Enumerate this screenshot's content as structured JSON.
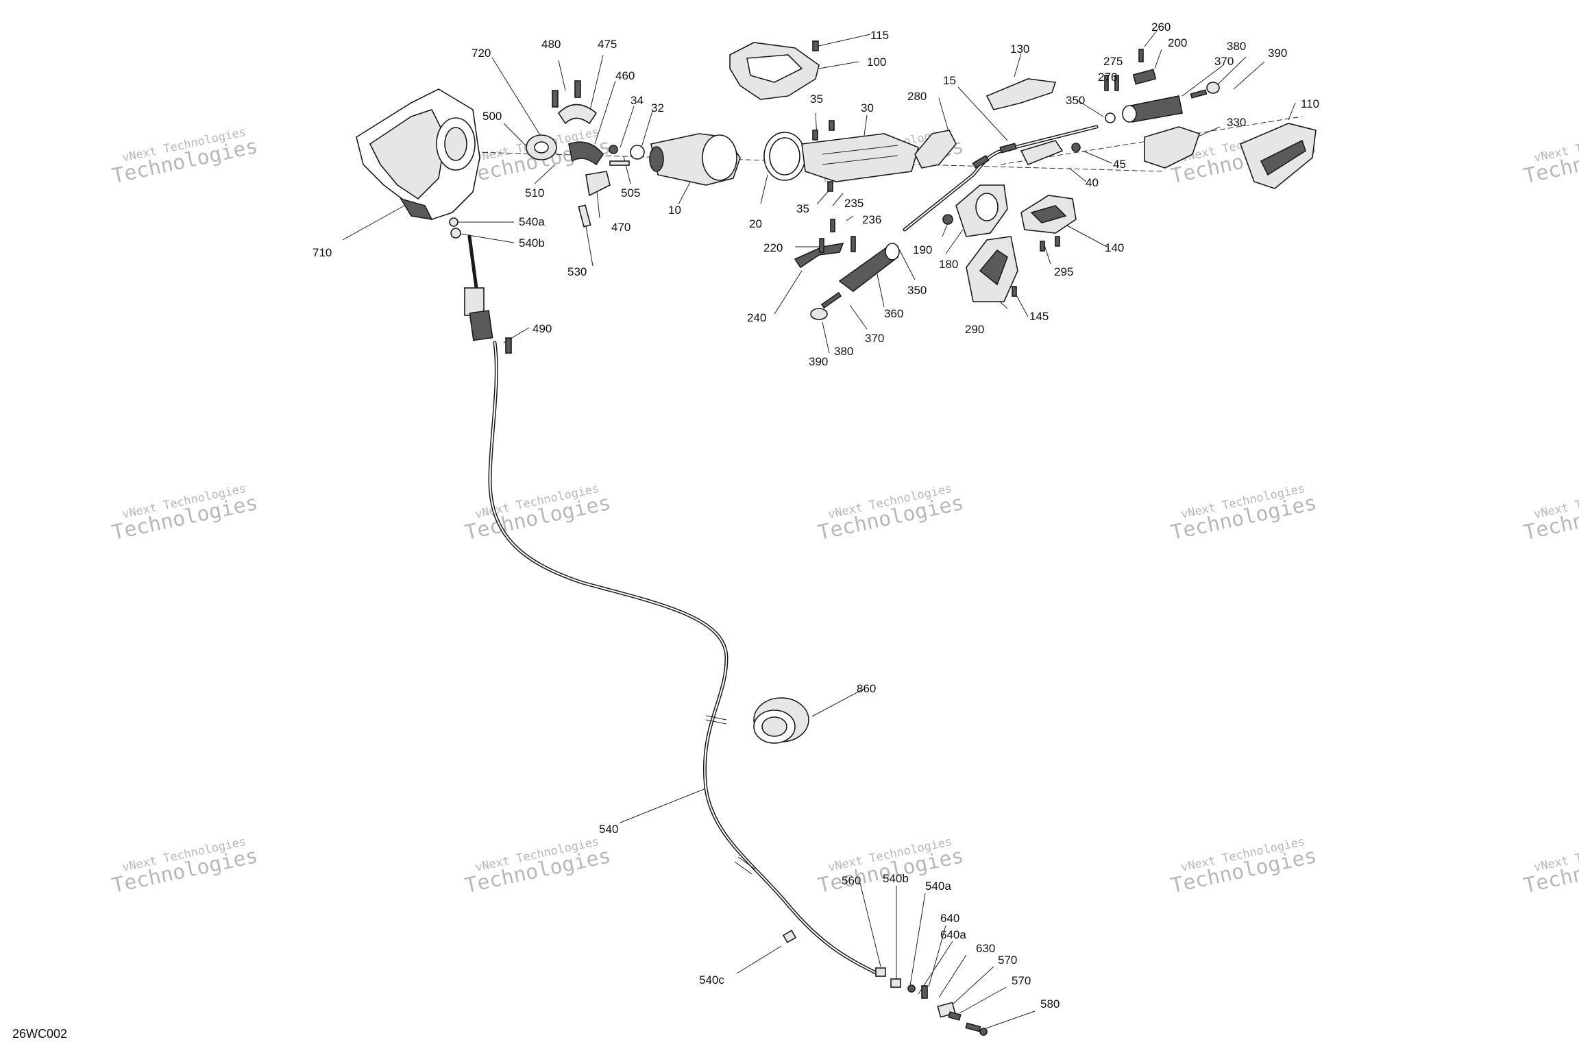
{
  "diagram_code": "26WC002",
  "watermark": {
    "line1": "vNext Technologies",
    "line2": "Technologies"
  },
  "callouts": [
    {
      "id": "c480",
      "text": "480"
    },
    {
      "id": "c475",
      "text": "475"
    },
    {
      "id": "c720",
      "text": "720"
    },
    {
      "id": "c460",
      "text": "460"
    },
    {
      "id": "c34",
      "text": "34"
    },
    {
      "id": "c32",
      "text": "32"
    },
    {
      "id": "c500",
      "text": "500"
    },
    {
      "id": "c510",
      "text": "510"
    },
    {
      "id": "c505",
      "text": "505"
    },
    {
      "id": "c470",
      "text": "470"
    },
    {
      "id": "c530",
      "text": "530"
    },
    {
      "id": "c710",
      "text": "710"
    },
    {
      "id": "c540a_top",
      "text": "540a"
    },
    {
      "id": "c540b_top",
      "text": "540b"
    },
    {
      "id": "c490",
      "text": "490"
    },
    {
      "id": "c115",
      "text": "115"
    },
    {
      "id": "c100",
      "text": "100"
    },
    {
      "id": "c35a",
      "text": "35"
    },
    {
      "id": "c30",
      "text": "30"
    },
    {
      "id": "c10",
      "text": "10"
    },
    {
      "id": "c20",
      "text": "20"
    },
    {
      "id": "c35b",
      "text": "35"
    },
    {
      "id": "c235",
      "text": "235"
    },
    {
      "id": "c236",
      "text": "236"
    },
    {
      "id": "c220",
      "text": "220"
    },
    {
      "id": "c240",
      "text": "240"
    },
    {
      "id": "c360",
      "text": "360"
    },
    {
      "id": "c370a",
      "text": "370"
    },
    {
      "id": "c380a",
      "text": "380"
    },
    {
      "id": "c390a",
      "text": "390"
    },
    {
      "id": "c350a",
      "text": "350"
    },
    {
      "id": "c280",
      "text": "280"
    },
    {
      "id": "c15",
      "text": "15"
    },
    {
      "id": "c130",
      "text": "130"
    },
    {
      "id": "c190",
      "text": "190"
    },
    {
      "id": "c180",
      "text": "180"
    },
    {
      "id": "c290",
      "text": "290"
    },
    {
      "id": "c145",
      "text": "145"
    },
    {
      "id": "c295",
      "text": "295"
    },
    {
      "id": "c140",
      "text": "140"
    },
    {
      "id": "c40",
      "text": "40"
    },
    {
      "id": "c45",
      "text": "45"
    },
    {
      "id": "c350b",
      "text": "350"
    },
    {
      "id": "c275",
      "text": "275"
    },
    {
      "id": "c276",
      "text": "276"
    },
    {
      "id": "c260",
      "text": "260"
    },
    {
      "id": "c200",
      "text": "200"
    },
    {
      "id": "c370b",
      "text": "370"
    },
    {
      "id": "c380b",
      "text": "380"
    },
    {
      "id": "c390b",
      "text": "390"
    },
    {
      "id": "c330",
      "text": "330"
    },
    {
      "id": "c110",
      "text": "110"
    },
    {
      "id": "c860",
      "text": "860"
    },
    {
      "id": "c540",
      "text": "540"
    },
    {
      "id": "c560",
      "text": "560"
    },
    {
      "id": "c540b_bot",
      "text": "540b"
    },
    {
      "id": "c540a_bot",
      "text": "540a"
    },
    {
      "id": "c640",
      "text": "640"
    },
    {
      "id": "c640a",
      "text": "640a"
    },
    {
      "id": "c630",
      "text": "630"
    },
    {
      "id": "c570a",
      "text": "570"
    },
    {
      "id": "c570b",
      "text": "570"
    },
    {
      "id": "c580",
      "text": "580"
    },
    {
      "id": "c540c",
      "text": "540c"
    }
  ]
}
